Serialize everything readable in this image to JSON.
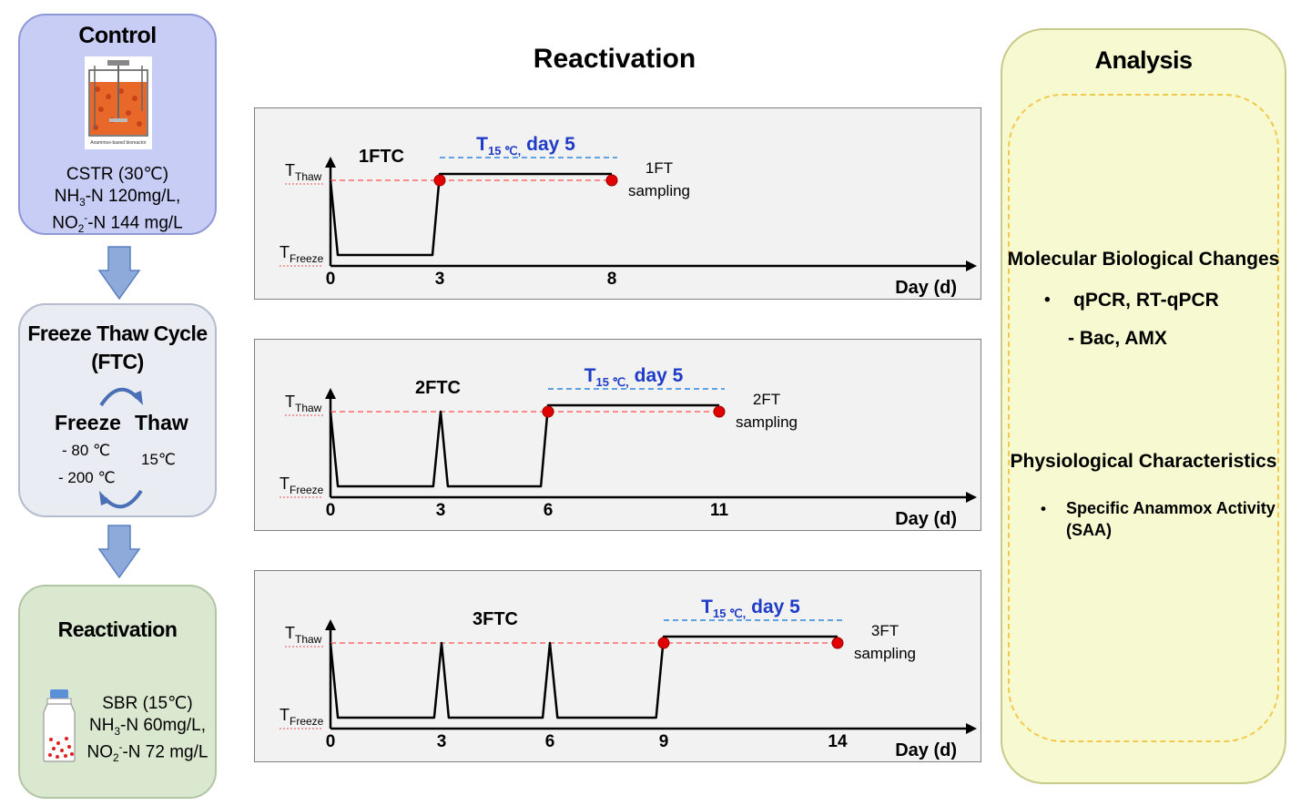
{
  "main_title": "Reactivation",
  "control": {
    "title": "Control",
    "reactor_caption": "Anammox-based bioreactor",
    "line1": "CSTR (30℃)",
    "line2_species": "NH",
    "line2_sub": "3",
    "line2_rest": "-N 120mg/L,",
    "line3_species": "NO",
    "line3_sub": "2",
    "line3_sup": "-",
    "line3_rest": "-N 144 mg/L"
  },
  "ftc": {
    "title_line1": "Freeze Thaw Cycle",
    "title_line2": "(FTC)",
    "freeze_label": "Freeze",
    "thaw_label": "Thaw",
    "freeze_temp1": "- 80 ℃",
    "freeze_temp2": "- 200 ℃",
    "thaw_temp": "15℃"
  },
  "reactivation_box": {
    "title": "Reactivation",
    "line1": "SBR (15℃)",
    "line2_species": "NH",
    "line2_sub": "3",
    "line2_rest": "-N 60mg/L,",
    "line3_species": "NO",
    "line3_sub": "2",
    "line3_sup": "-",
    "line3_rest": "-N 72 mg/L"
  },
  "analysis": {
    "title": "Analysis",
    "section1_title": "Molecular Biological Changes",
    "section1_bullet": "•",
    "section1_item": "qPCR, RT-qPCR",
    "section1_sub": "- Bac, AMX",
    "section2_title": "Physiological Characteristics",
    "section2_bullet": "•",
    "section2_item_line1": "Specific Anammox Activity",
    "section2_item_line2": "(SAA)"
  },
  "axis_labels": {
    "t_main": "T",
    "thaw_sub": "Thaw",
    "freeze_sub": "Freeze",
    "x_axis": "Day (d)",
    "duration_main": "T",
    "duration_sub": "15 ℃,",
    "duration_rest": " day 5"
  },
  "colors": {
    "control_fill": "#c7cdf5",
    "ftc_fill": "#e9ecf3",
    "reactivation_fill": "#dbe8d0",
    "analysis_fill": "#f7fad0",
    "arrow_fill": "#8eaadb",
    "marker": "#e00000",
    "thaw_line": "#ff6b6b",
    "duration_line": "#2e86de",
    "duration_text": "#1f3cc7"
  },
  "chart_data": [
    {
      "type": "line",
      "title": "1FTC",
      "xlabel": "Day (d)",
      "x_ticks": [
        "0",
        "3",
        "8"
      ],
      "levels": [
        "Freeze",
        "Thaw"
      ],
      "profile": [
        [
          0,
          "Thaw"
        ],
        [
          0.2,
          "Freeze"
        ],
        [
          2.8,
          "Freeze"
        ],
        [
          3,
          "Thaw"
        ],
        [
          8,
          "Thaw"
        ]
      ],
      "sampling_label_line1": "1FT",
      "sampling_label_line2": "sampling",
      "thaw_start_day": 3,
      "sampling_day": 8
    },
    {
      "type": "line",
      "title": "2FTC",
      "xlabel": "Day (d)",
      "x_ticks": [
        "0",
        "3",
        "6",
        "11"
      ],
      "levels": [
        "Freeze",
        "Thaw"
      ],
      "profile": [
        [
          0,
          "Thaw"
        ],
        [
          0.2,
          "Freeze"
        ],
        [
          2.8,
          "Freeze"
        ],
        [
          3,
          "Thaw"
        ],
        [
          3.2,
          "Freeze"
        ],
        [
          5.8,
          "Freeze"
        ],
        [
          6,
          "Thaw"
        ],
        [
          11,
          "Thaw"
        ]
      ],
      "sampling_label_line1": "2FT",
      "sampling_label_line2": "sampling",
      "thaw_start_day": 6,
      "sampling_day": 11
    },
    {
      "type": "line",
      "title": "3FTC",
      "xlabel": "Day (d)",
      "x_ticks": [
        "0",
        "3",
        "6",
        "9",
        "14"
      ],
      "levels": [
        "Freeze",
        "Thaw"
      ],
      "profile": [
        [
          0,
          "Thaw"
        ],
        [
          0.2,
          "Freeze"
        ],
        [
          2.8,
          "Freeze"
        ],
        [
          3,
          "Thaw"
        ],
        [
          3.2,
          "Freeze"
        ],
        [
          5.8,
          "Freeze"
        ],
        [
          6,
          "Thaw"
        ],
        [
          6.2,
          "Freeze"
        ],
        [
          8.8,
          "Freeze"
        ],
        [
          9,
          "Thaw"
        ],
        [
          14,
          "Thaw"
        ]
      ],
      "sampling_label_line1": "3FT",
      "sampling_label_line2": "sampling",
      "thaw_start_day": 9,
      "sampling_day": 14
    }
  ]
}
